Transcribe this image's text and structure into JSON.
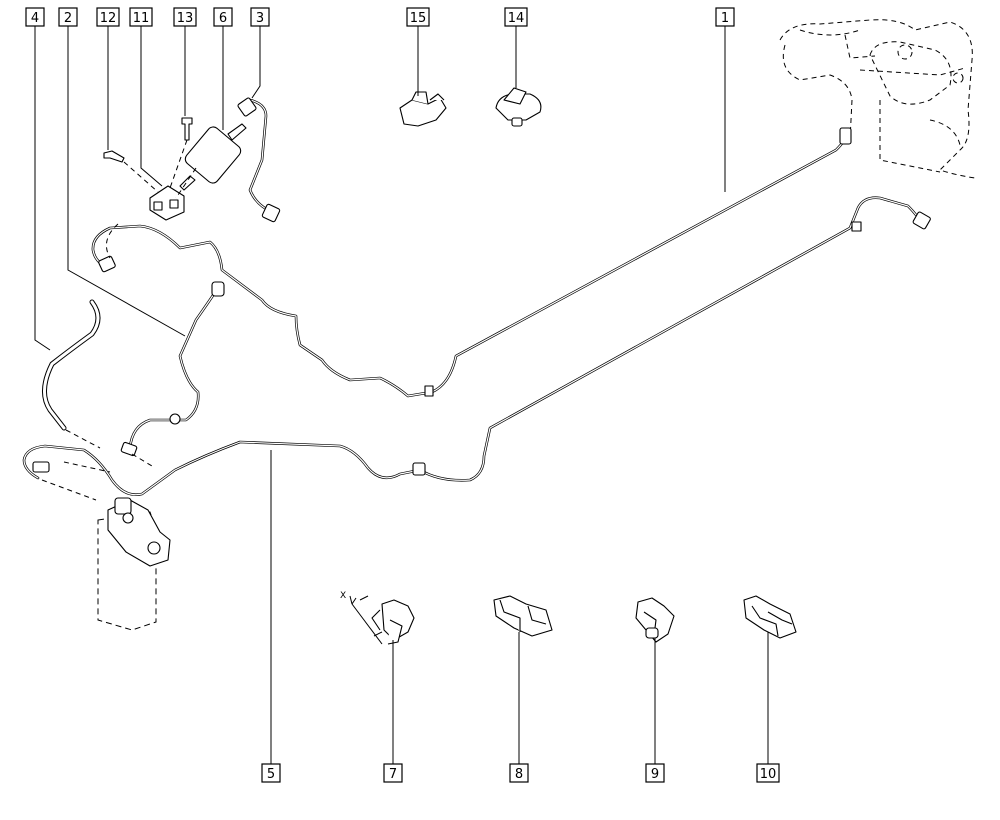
{
  "callouts": {
    "c1": "1",
    "c2": "2",
    "c3": "3",
    "c4": "4",
    "c5": "5",
    "c6": "6",
    "c7": "7",
    "c8": "8",
    "c9": "9",
    "c10": "10",
    "c11": "11",
    "c12": "12",
    "c13": "13",
    "c14": "14",
    "c15": "15"
  },
  "dimension_label": "X",
  "colors": {
    "line": "#000000",
    "background": "#ffffff"
  }
}
